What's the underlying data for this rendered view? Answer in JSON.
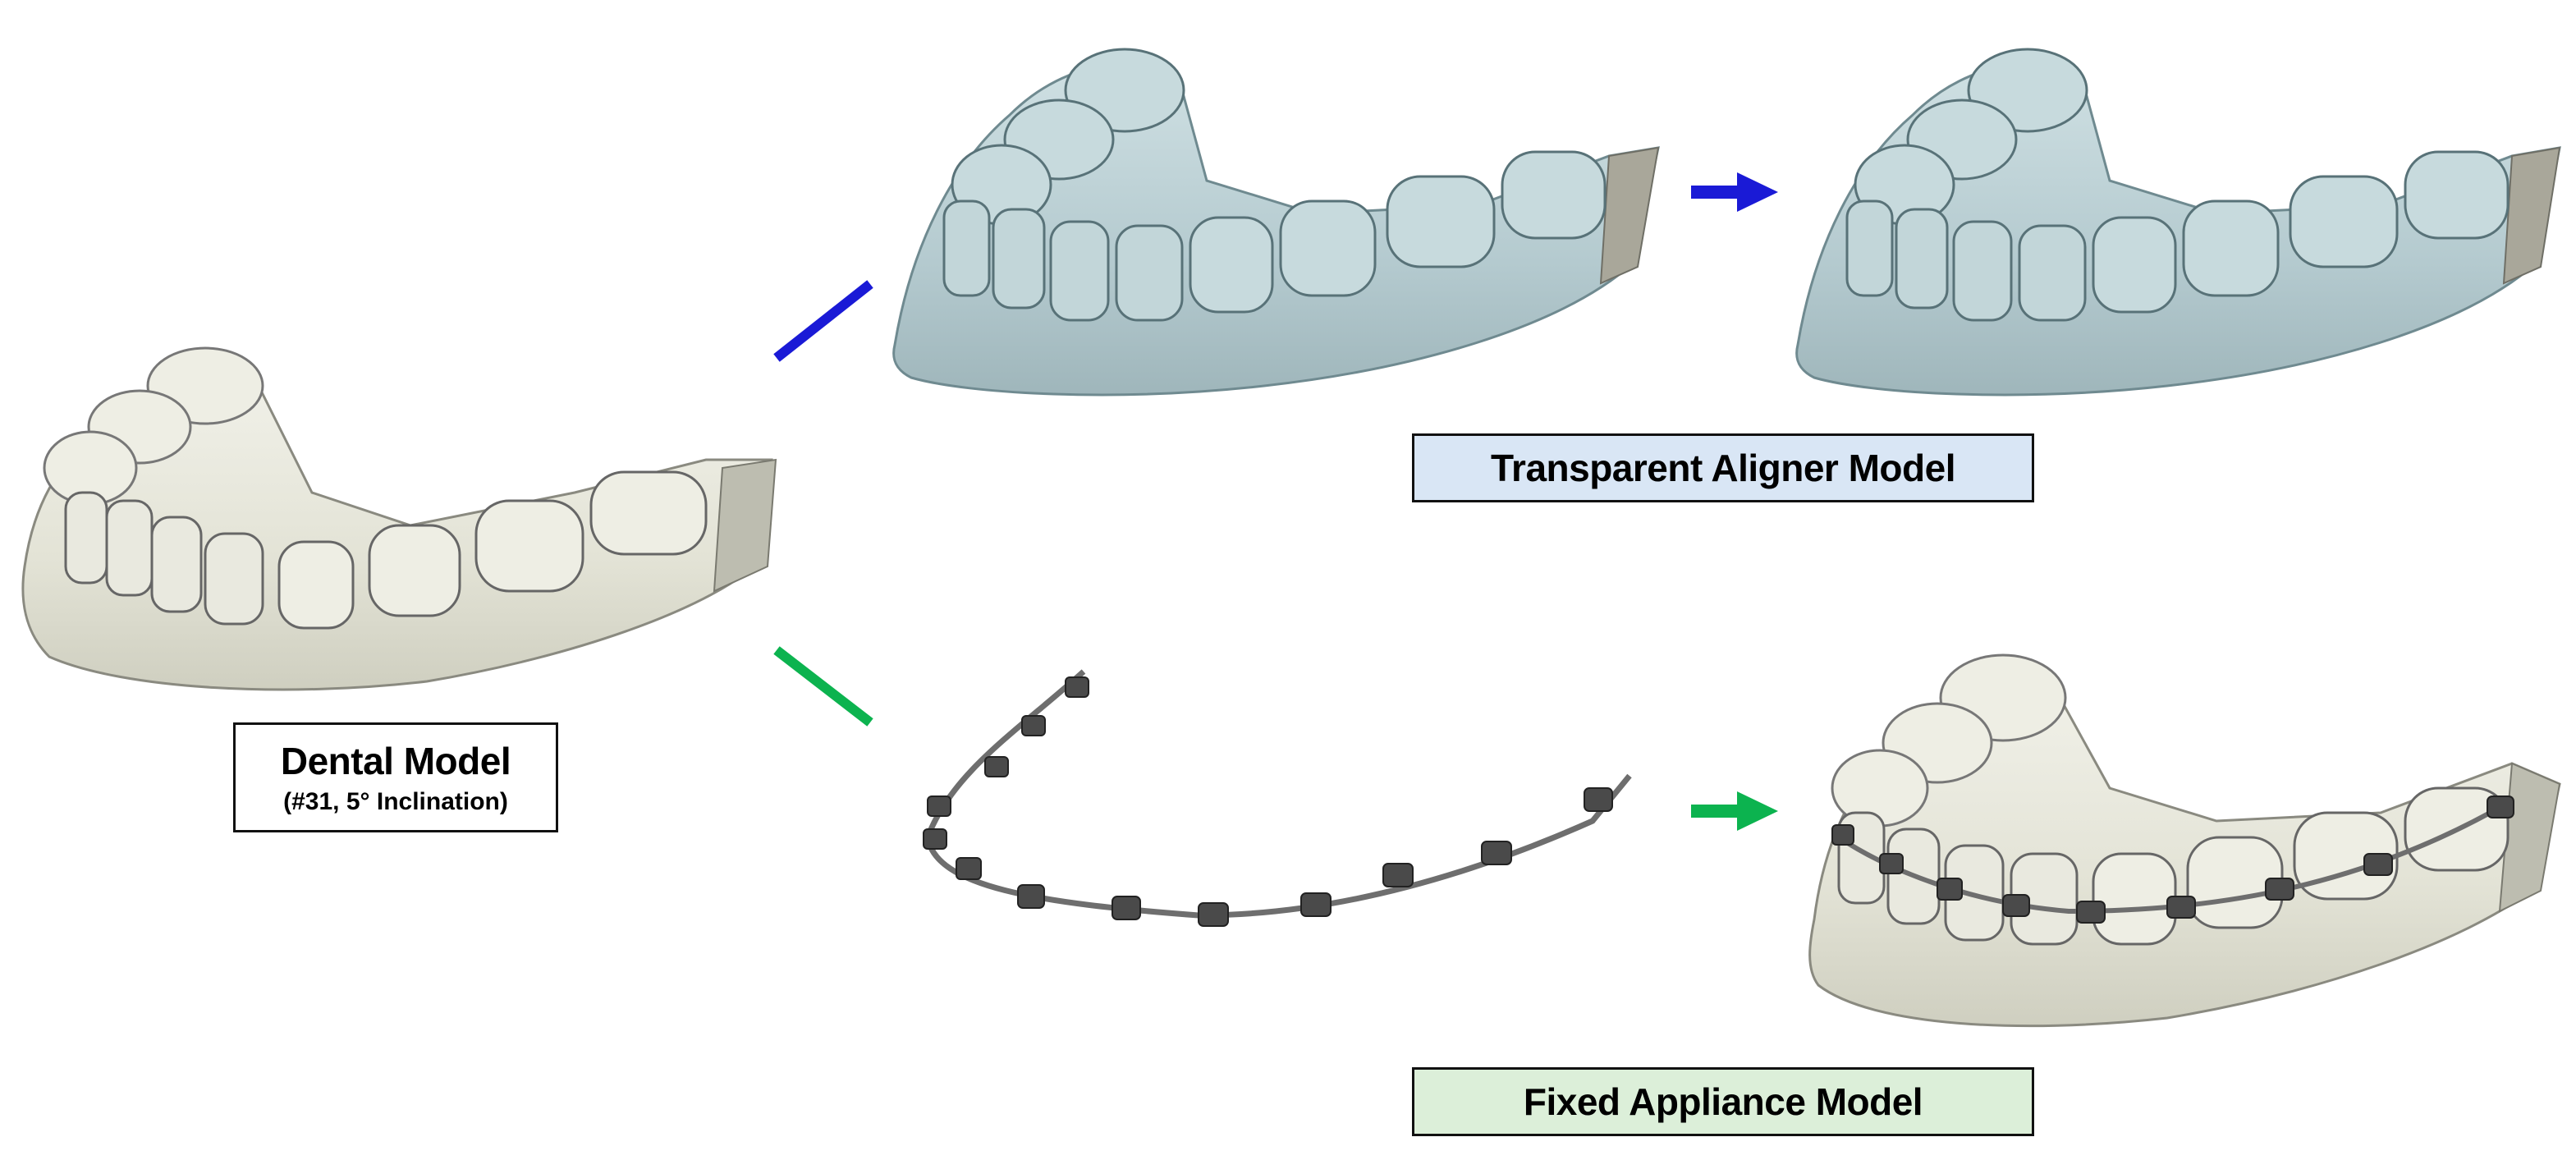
{
  "labels": {
    "dental_title": "Dental Model",
    "dental_subtitle": "(#31, 5° Inclination)",
    "aligner": "Transparent Aligner Model",
    "fixed": "Fixed Appliance Model"
  },
  "colors": {
    "aligner_accent": "#1a1ad6",
    "fixed_accent": "#0cb34f",
    "aligner_label_bg": "#d9e6f5",
    "fixed_label_bg": "#dcefd9",
    "tooth_fill": "#e8e8dc",
    "aligner_fill": "#b9cfd3",
    "wire": "#6e6e6e",
    "bracket": "#4a4a4a"
  }
}
